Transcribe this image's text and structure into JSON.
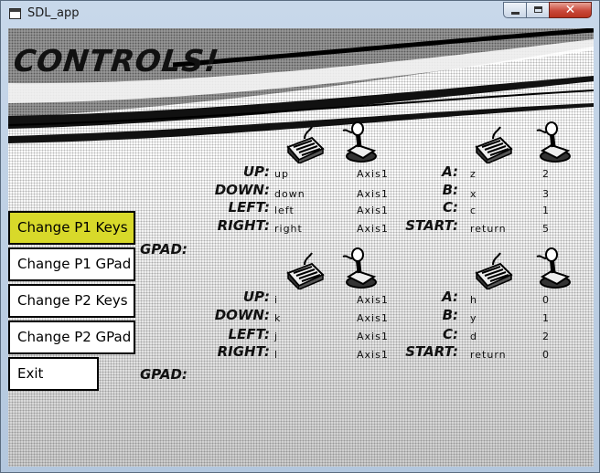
{
  "window": {
    "title": "SDL_app"
  },
  "page": {
    "title": "CONTROLS!"
  },
  "menu": [
    {
      "label": "Change P1 Keys",
      "active": true
    },
    {
      "label": "Change P1 GPad",
      "active": false
    },
    {
      "label": "Change P2 Keys",
      "active": false
    },
    {
      "label": "Change P2 GPad",
      "active": false
    },
    {
      "label": "Exit",
      "active": false
    }
  ],
  "p1": {
    "dirs": [
      {
        "label": "UP:",
        "key": "up",
        "axis": "Axis1"
      },
      {
        "label": "DOWN:",
        "key": "down",
        "axis": "Axis1"
      },
      {
        "label": "LEFT:",
        "key": "left",
        "axis": "Axis1"
      },
      {
        "label": "RIGHT:",
        "key": "right",
        "axis": "Axis1"
      }
    ],
    "buttons": [
      {
        "label": "A:",
        "key": "z",
        "pad": "2"
      },
      {
        "label": "B:",
        "key": "x",
        "pad": "3"
      },
      {
        "label": "C:",
        "key": "c",
        "pad": "1"
      },
      {
        "label": "START:",
        "key": "return",
        "pad": "5"
      }
    ],
    "gpad_label": "GPAD:"
  },
  "p2": {
    "dirs": [
      {
        "label": "UP:",
        "key": "i",
        "axis": "Axis1"
      },
      {
        "label": "DOWN:",
        "key": "k",
        "axis": "Axis1"
      },
      {
        "label": "LEFT:",
        "key": "j",
        "axis": "Axis1"
      },
      {
        "label": "RIGHT:",
        "key": "l",
        "axis": "Axis1"
      }
    ],
    "buttons": [
      {
        "label": "A:",
        "key": "h",
        "pad": "0"
      },
      {
        "label": "B:",
        "key": "y",
        "pad": "1"
      },
      {
        "label": "C:",
        "key": "d",
        "pad": "2"
      },
      {
        "label": "START:",
        "key": "return",
        "pad": "0"
      }
    ],
    "gpad_label": "GPAD:"
  },
  "icons": [
    "keyboard-icon",
    "joystick-icon"
  ],
  "colors": {
    "active_button": "#d8d92a"
  }
}
